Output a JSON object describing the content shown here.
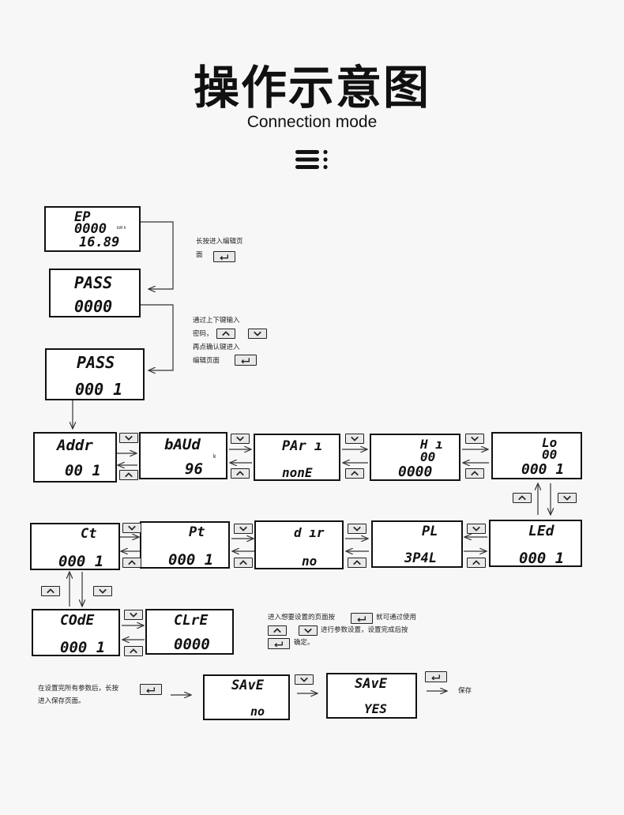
{
  "header": {
    "title": "操作示意图",
    "subtitle": "Connection mode",
    "icon": "menu-icon"
  },
  "screens": {
    "ep": {
      "l1": "EP",
      "l2": "0000",
      "l3": "16.89",
      "unit": "kW h"
    },
    "pass1": {
      "l1": "PASS",
      "l2": "0000"
    },
    "pass2": {
      "l1": "PASS",
      "l2": "000 1"
    },
    "addr": {
      "l1": "Addr",
      "l2": "00 1"
    },
    "baud": {
      "l1": "bAUd",
      "l2": "96",
      "mark": "k"
    },
    "pari": {
      "l1": "PAr ı",
      "l2": "nonE"
    },
    "hi": {
      "l1": "H ı",
      "l2": "00",
      "l3": "0000"
    },
    "lo": {
      "l1": "Lo",
      "l2": "00",
      "l3": "000 1"
    },
    "ct": {
      "l1": "Ct",
      "l2": "000 1"
    },
    "pt": {
      "l1": "Pt",
      "l2": "000 1"
    },
    "dir": {
      "l1": "d ır",
      "l2": "no"
    },
    "pl": {
      "l1": "PL",
      "l2": "3P4L"
    },
    "led": {
      "l1": "LEd",
      "l2": "000 1"
    },
    "code": {
      "l1": "COdE",
      "l2": "000 1"
    },
    "clre": {
      "l1": "CLrE",
      "l2": "0000"
    },
    "save1": {
      "l1": "SAvE",
      "l2": "no"
    },
    "save2": {
      "l1": "SAvE",
      "l2": "YES"
    }
  },
  "notes": {
    "n1a": "长按进入编辑页",
    "n1b": "面",
    "n2a": "通过上下键输入",
    "n2b": "密码，",
    "n2c": "再点确认键进入",
    "n2d": "编辑页面",
    "n3a": "进入想要设置的页面按",
    "n3b": "就可通过使用",
    "n3c": "进行参数设置，设置完成后按",
    "n3d": "确定。",
    "n4a": "在设置完所有参数后，长按",
    "n4b": "进入保存页面。",
    "n5": "保存"
  },
  "icons": {
    "enter_key": "enter-key-icon",
    "up_key": "up-key-icon",
    "down_key": "down-key-icon"
  }
}
